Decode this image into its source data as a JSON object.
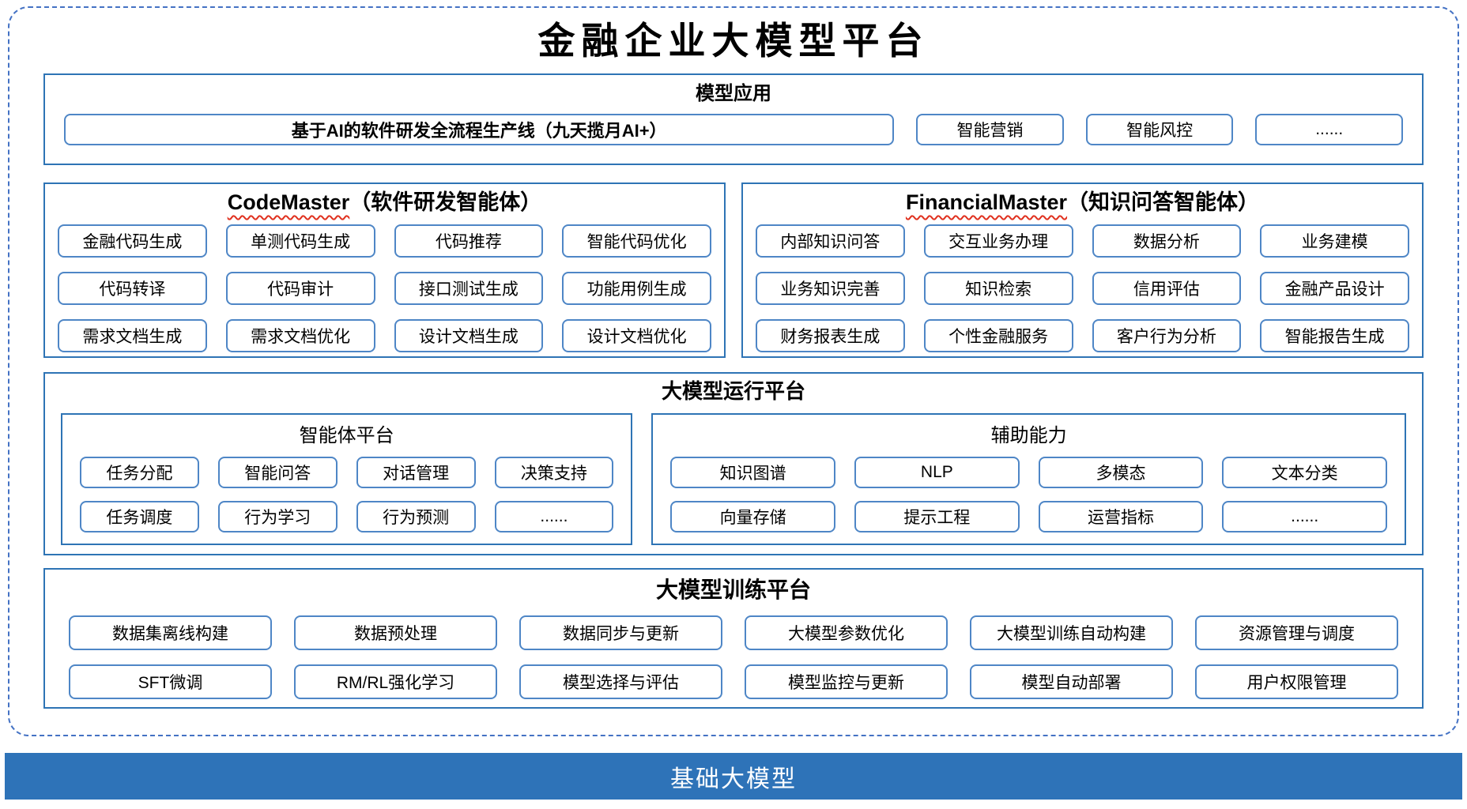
{
  "title": "金融企业大模型平台",
  "sections": {
    "model_app": {
      "header": "模型应用",
      "main_box": "基于AI的软件研发全流程生产线（九天揽月AI+）",
      "boxes": [
        "智能营销",
        "智能风控",
        "......"
      ]
    },
    "code_master": {
      "header_en": "CodeMaster",
      "header_zh": "（软件研发智能体）",
      "boxes": [
        "金融代码生成",
        "单测代码生成",
        "代码推荐",
        "智能代码优化",
        "代码转译",
        "代码审计",
        "接口测试生成",
        "功能用例生成",
        "需求文档生成",
        "需求文档优化",
        "设计文档生成",
        "设计文档优化"
      ]
    },
    "financial_master": {
      "header_en": "FinancialMaster",
      "header_zh": "（知识问答智能体）",
      "boxes": [
        "内部知识问答",
        "交互业务办理",
        "数据分析",
        "业务建模",
        "业务知识完善",
        "知识检索",
        "信用评估",
        "金融产品设计",
        "财务报表生成",
        "个性金融服务",
        "客户行为分析",
        "智能报告生成"
      ]
    },
    "run_platform": {
      "header": "大模型运行平台",
      "agent_platform": {
        "header": "智能体平台",
        "boxes": [
          "任务分配",
          "智能问答",
          "对话管理",
          "决策支持",
          "任务调度",
          "行为学习",
          "行为预测",
          "......"
        ]
      },
      "aux_ability": {
        "header": "辅助能力",
        "boxes": [
          "知识图谱",
          "NLP",
          "多模态",
          "文本分类",
          "向量存储",
          "提示工程",
          "运营指标",
          "......"
        ]
      }
    },
    "train_platform": {
      "header": "大模型训练平台",
      "boxes": [
        "数据集离线构建",
        "数据预处理",
        "数据同步与更新",
        "大模型参数优化",
        "大模型训练自动构建",
        "资源管理与调度",
        "SFT微调",
        "RM/RL强化学习",
        "模型选择与评估",
        "模型监控与更新",
        "模型自动部署",
        "用户权限管理"
      ]
    },
    "base_model": {
      "label": "基础大模型"
    }
  },
  "colors": {
    "section_border": "#2E74B5",
    "box_border": "#4E86C6",
    "dashed_border": "#4472C4",
    "base_bar_bg": "#2E73B8",
    "squiggle": "#E0301E"
  }
}
